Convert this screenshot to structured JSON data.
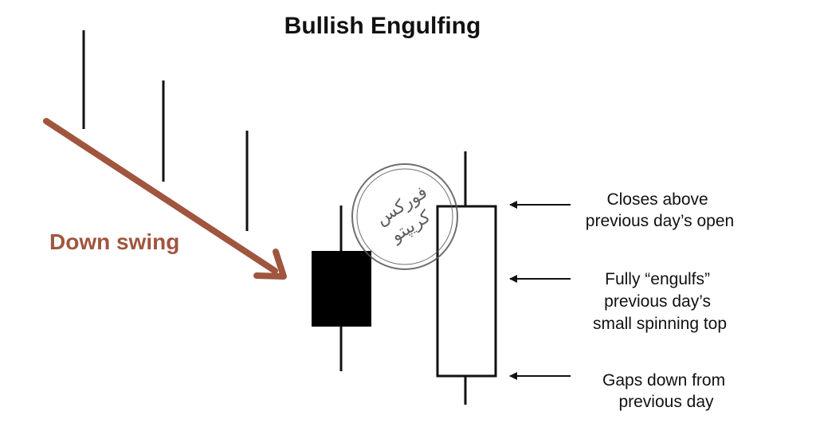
{
  "title": "Bullish Engulfing",
  "down_swing": {
    "label": "Down swing",
    "color": "#a0553f"
  },
  "annotations": [
    {
      "lines": [
        "Closes above",
        "previous day’s open"
      ]
    },
    {
      "lines": [
        "Fully “engulfs”",
        "previous day’s",
        "small spinning top"
      ]
    },
    {
      "lines": [
        "Gaps down from",
        "previous day"
      ]
    }
  ],
  "watermark": {
    "line1": "فورکس",
    "line2": "کریپتو"
  },
  "colors": {
    "candle_bearish": "#000000",
    "candle_bullish": "#ffffff",
    "ink": "#111111"
  }
}
